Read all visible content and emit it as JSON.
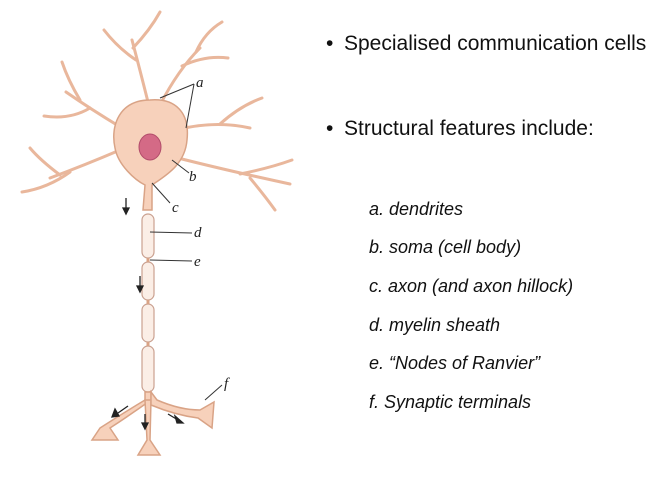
{
  "figure": {
    "labels": {
      "a": "a",
      "b": "b",
      "c": "c",
      "d": "d",
      "e": "e",
      "f": "f"
    },
    "colors": {
      "cell_fill": "#f7d1bb",
      "cell_stroke": "#d9a386",
      "nucleus": "#d46a86",
      "myelin_fill": "#fbeee6",
      "myelin_stroke": "#caa190",
      "pointer_line": "#333333"
    }
  },
  "bullets": [
    "Specialised communication cells",
    "Structural features include:"
  ],
  "bullet_glyph": "•",
  "features": [
    "a. dendrites",
    "b. soma (cell body)",
    "c. axon (and axon hillock)",
    "d. myelin sheath",
    "e. “Nodes of Ranvier”",
    "f. Synaptic terminals"
  ]
}
